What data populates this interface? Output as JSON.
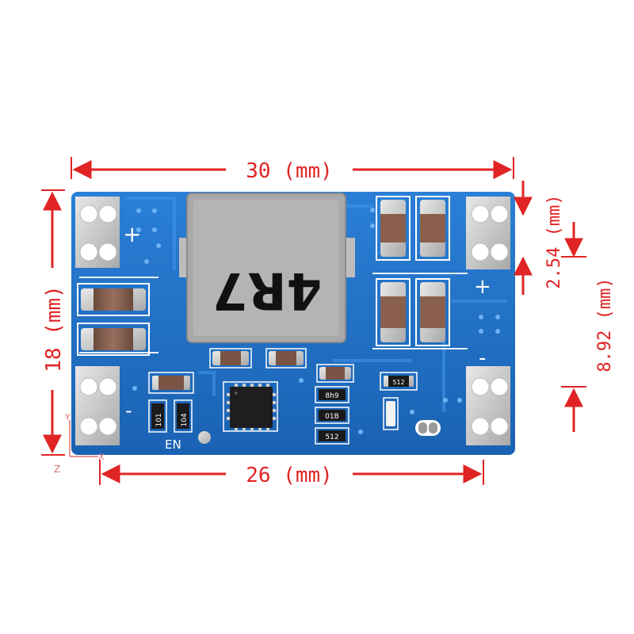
{
  "dimensions": {
    "width": "30 (mm)",
    "height": "18 (mm)",
    "hole_spacing": "26 (mm)",
    "pin_pitch": "2.54 (mm)",
    "pin_offset": "8.92 (mm)"
  },
  "inductor_marking": "4R7",
  "silkscreen": {
    "plus_left": "+",
    "minus_left": "-",
    "plus_right": "+",
    "minus_right": "-",
    "en_label": "EN"
  },
  "resistor_codes": {
    "r1": "101",
    "r2": "104",
    "r3": "8h9",
    "r4": "01B",
    "r5": "512",
    "r6": "512"
  },
  "axes": {
    "y": "Y",
    "x": "X",
    "z": "Z"
  },
  "colors": {
    "pcb": "#1f6fc4",
    "dimension": "#e02424",
    "silkscreen": "#ffffff"
  }
}
